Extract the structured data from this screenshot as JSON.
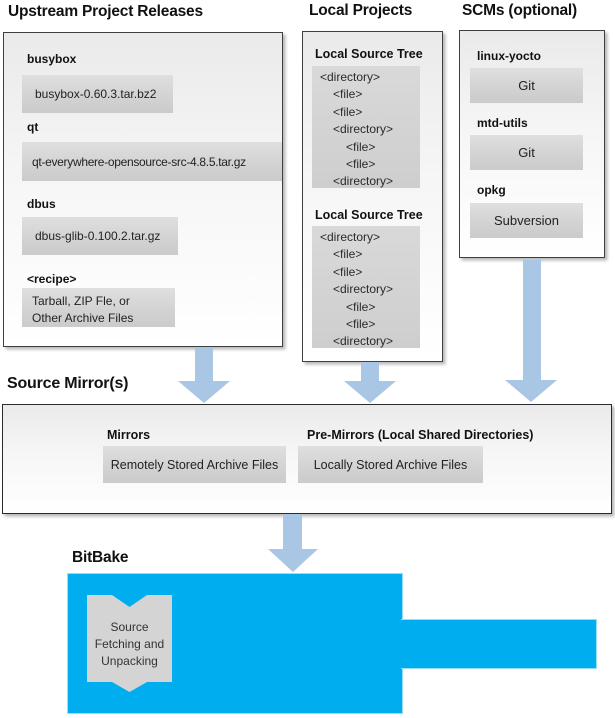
{
  "colors": {
    "bitbake_blue": "#00aeef",
    "bitbake_blue_border": "#9bdcf7",
    "flow_arrow": "#a9c6e4",
    "panel_border": "#3f3f3f",
    "item_box_gray": "#d2d2d2"
  },
  "upstream": {
    "title": "Upstream Project Releases",
    "items": [
      {
        "label": "busybox",
        "files": [
          "busybox-0.60.3.tar.bz2"
        ]
      },
      {
        "label": "qt",
        "files": [
          "qt-everywhere-opensource-src-4.8.5.tar.gz"
        ]
      },
      {
        "label": "dbus",
        "files": [
          "dbus-glib-0.100.2.tar.gz"
        ]
      },
      {
        "label": "<recipe>",
        "files": [
          "Tarball, ZIP Fle, or",
          "Other Archive Files"
        ]
      }
    ]
  },
  "local_projects": {
    "title": "Local Projects",
    "trees": [
      {
        "label": "Local Source Tree",
        "entries": [
          "<directory>",
          "<file>",
          "<file>",
          "<directory>",
          "<file>",
          "<file>",
          "<directory>"
        ]
      },
      {
        "label": "Local Source Tree",
        "entries": [
          "<directory>",
          "<file>",
          "<file>",
          "<directory>",
          "<file>",
          "<file>",
          "<directory>"
        ]
      }
    ]
  },
  "scms": {
    "title": "SCMs (optional)",
    "items": [
      {
        "label": "linux-yocto",
        "scm": "Git"
      },
      {
        "label": "mtd-utils",
        "scm": "Git"
      },
      {
        "label": "opkg",
        "scm": "Subversion"
      }
    ]
  },
  "source_mirrors": {
    "title": "Source Mirror(s)",
    "mirrors_label": "Mirrors",
    "mirrors_value": "Remotely Stored Archive Files",
    "premirrors_label": "Pre-Mirrors (Local Shared Directories)",
    "premirrors_value": "Locally Stored Archive Files"
  },
  "bitbake": {
    "title": "BitBake",
    "ribbon_lines": [
      "Source",
      "Fetching and",
      "Unpacking"
    ]
  }
}
